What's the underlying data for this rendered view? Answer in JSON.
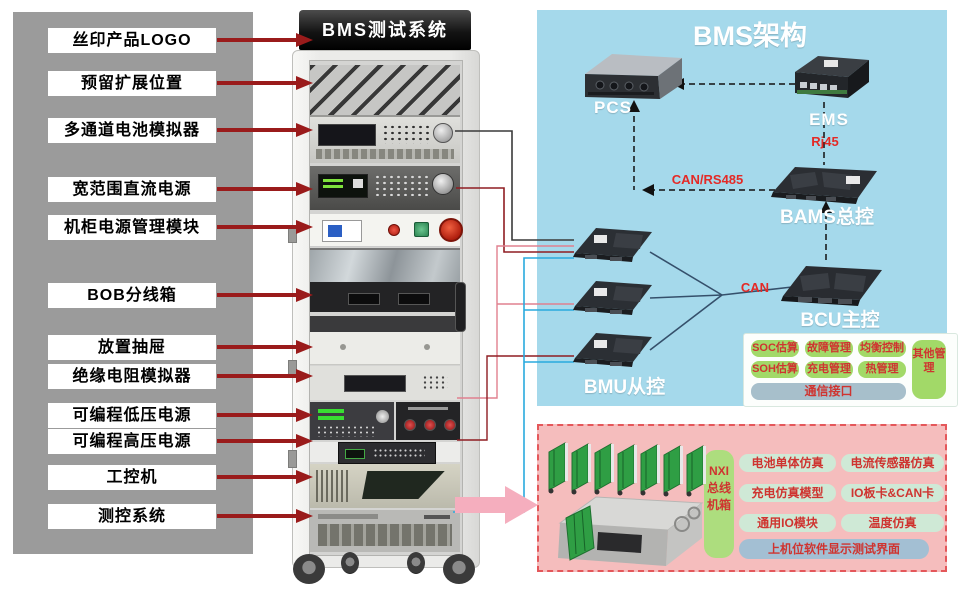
{
  "left_panel": {
    "items": [
      "丝印产品LOGO",
      "预留扩展位置",
      "多通道电池模拟器",
      "宽范围直流电源",
      "机柜电源管理模块",
      "BOB分线箱",
      "放置抽屉",
      "绝缘电阻模拟器",
      "可编程低压电源",
      "可编程高压电源",
      "工控机",
      "测控系统"
    ]
  },
  "rack": {
    "title": "BMS测试系统"
  },
  "arch": {
    "title": "BMS架构",
    "pcs_label": "PCS",
    "ems_label": "EMS",
    "rj45_label": "Rj45",
    "can_rs485_label": "CAN/RS485",
    "can_label": "CAN",
    "bams_label": "BAMS总控",
    "bcu_label": "BCU主控",
    "bmu_label": "BMU从控",
    "functions": {
      "row1": [
        "SOC估算",
        "故障管理",
        "均衡控制"
      ],
      "row2": [
        "SOH估算",
        "充电管理",
        "热管理"
      ],
      "other": "其他管理",
      "comm": "通信接口"
    }
  },
  "sim": {
    "nxi_label": "NXI总线机箱",
    "pills": [
      [
        "电池单体仿真",
        "电流传感器仿真"
      ],
      [
        "充电仿真模型",
        "IO板卡&CAN卡"
      ],
      [
        "通用IO模块",
        "温度仿真"
      ]
    ],
    "bottom": "上机位软件显示测试界面"
  },
  "colors": {
    "arrow_maroon": "#9a1b1b",
    "arch_bg": "#a5d9eb",
    "sim_bg": "#f5bdbd",
    "sim_border": "#e4575a",
    "green_pill": "#a2d968",
    "mint_pill": "#cfe9d6",
    "nxi_pill": "#addd7e",
    "comm_bar": "#a7bfcb",
    "bottom_bar": "#a3bfd3",
    "red_text": "#cf3430",
    "wire_maroon": "#8f1d22",
    "wire_pink": "#e0808f",
    "wire_cyan": "#29aade",
    "link_line": "#35506b"
  }
}
